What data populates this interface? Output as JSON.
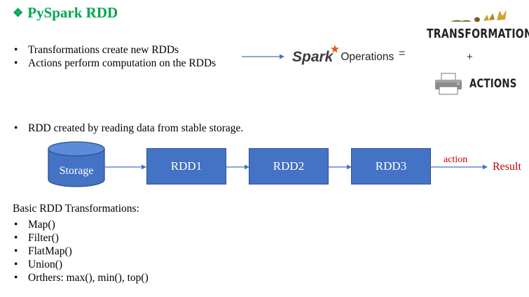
{
  "title": "PySpark RDD",
  "intro_bullets": [
    "Transformations create new RDDs",
    "Actions perform computation on the RDDs"
  ],
  "spark": {
    "logo_text": "Spark",
    "operations_label": "Operations",
    "equals": "="
  },
  "operation_types": {
    "transformations": "TRANSFORMATIONS",
    "plus": "+",
    "actions": "ACTIONS"
  },
  "storage_bullet": "RDD created by reading data from stable storage.",
  "flow": {
    "storage": "Storage",
    "rdds": [
      "RDD1",
      "RDD2",
      "RDD3"
    ],
    "action": "action",
    "result": "Result"
  },
  "basic": {
    "heading": "Basic RDD Transformations:",
    "items": [
      "Map()",
      "Filter()",
      "FlatMap()",
      "Union()",
      "Orthers: max(), min(), top()"
    ]
  },
  "colors": {
    "title": "#00a651",
    "box_fill": "#4472c4",
    "box_border": "#2f528f",
    "arrow": "#4472c4",
    "action": "#c00000",
    "spark_star": "#e25a1c"
  }
}
